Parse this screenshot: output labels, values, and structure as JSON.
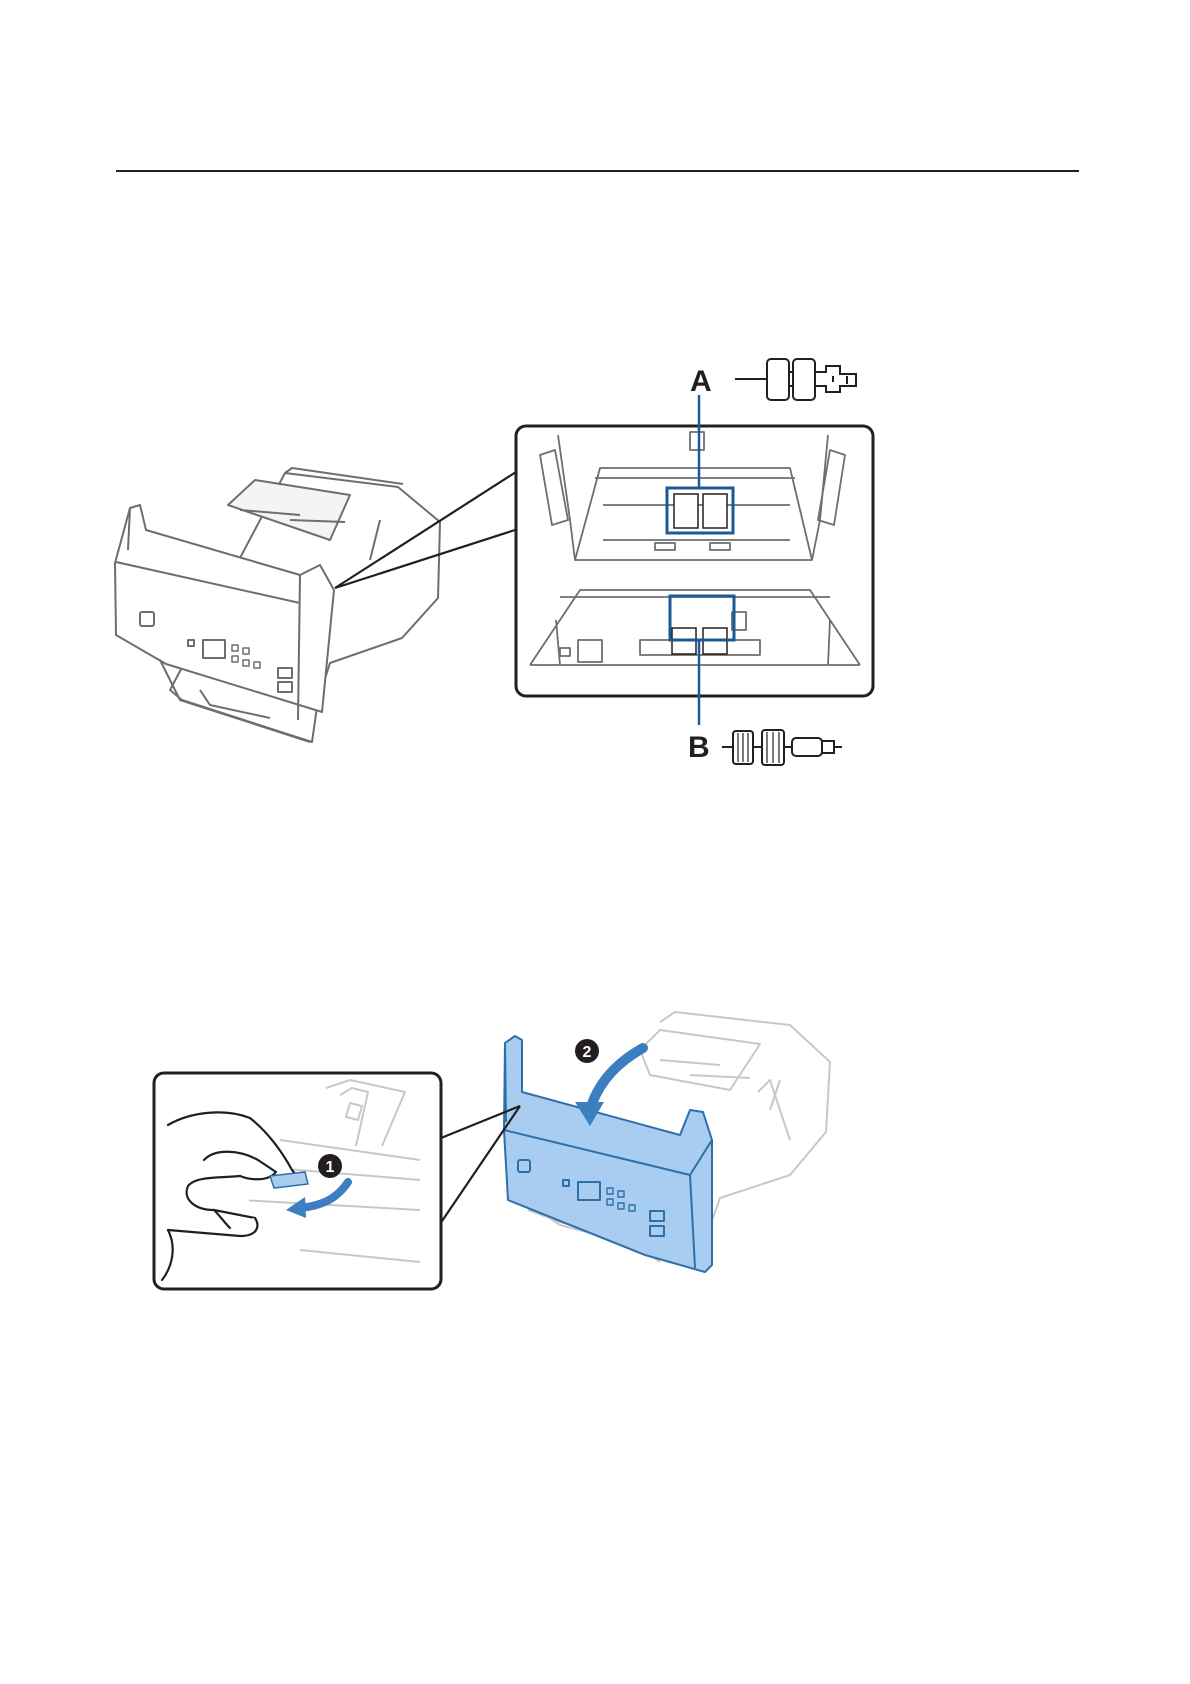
{
  "figure1": {
    "labels": {
      "a": "A",
      "b": "B"
    },
    "colors": {
      "line": "#6d6e71",
      "callout": "#1b5a96",
      "frame": "#231f20"
    },
    "icons": [
      "scanner-open-icon",
      "pickup-roller-icon",
      "separation-roller-icon",
      "zoom-callout-icon"
    ]
  },
  "figure2": {
    "steps": {
      "one": "1",
      "two": "2"
    },
    "colors": {
      "cover": "#a9cdf0",
      "cover_line": "#2f6fa8",
      "arrow": "#3b7fc0",
      "faded": "#c7c8ca"
    },
    "icons": [
      "hand-icon",
      "cover-lever-icon",
      "scanner-cover-icon",
      "arrow-icon"
    ]
  }
}
